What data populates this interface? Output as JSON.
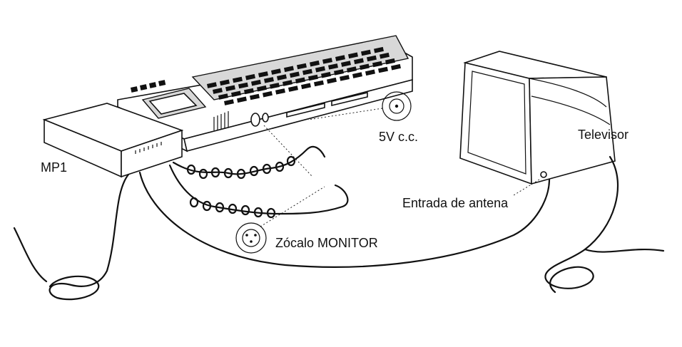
{
  "labels": {
    "mp1": "MP1",
    "power": "5V c.c.",
    "tv": "Televisor",
    "antenna_input": "Entrada de antena",
    "monitor_socket": "Zócalo MONITOR"
  },
  "colors": {
    "ink": "#111111",
    "paper": "#ffffff",
    "shade": "#d8d8d8"
  }
}
